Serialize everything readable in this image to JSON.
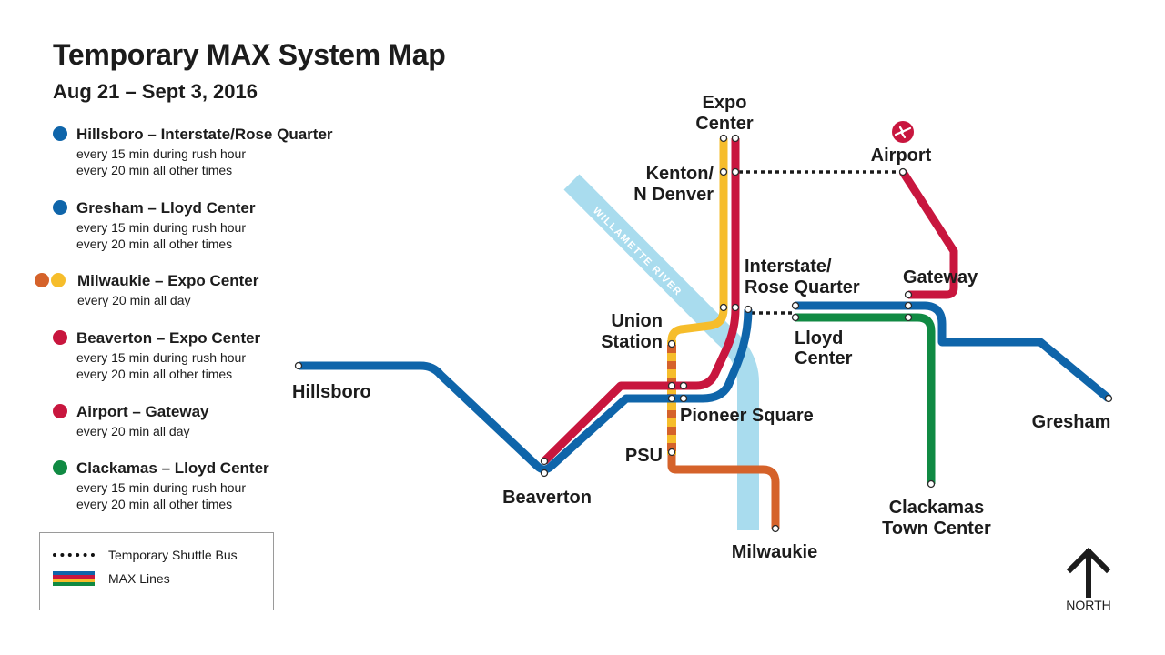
{
  "header": {
    "title": "Temporary MAX System Map",
    "subtitle": "Aug 21 – Sept 3, 2016"
  },
  "routes": [
    {
      "name": "Hillsboro – Interstate/Rose Quarter",
      "freq1": "every 15 min during rush hour",
      "freq2": "every 20 min all other times",
      "colors": [
        "#0f65aa"
      ]
    },
    {
      "name": "Gresham – Lloyd Center",
      "freq1": "every 15 min during rush hour",
      "freq2": "every 20 min all other times",
      "colors": [
        "#0f65aa"
      ]
    },
    {
      "name": "Milwaukie – Expo Center",
      "freq1": "every 20 min all day",
      "freq2": "",
      "colors": [
        "#d5622a",
        "#f6bd2b"
      ]
    },
    {
      "name": "Beaverton – Expo Center",
      "freq1": "every 15 min during rush hour",
      "freq2": "every 20 min all other times",
      "colors": [
        "#c8163e"
      ]
    },
    {
      "name": "Airport – Gateway",
      "freq1": "every 20 min all day",
      "freq2": "",
      "colors": [
        "#c8163e"
      ]
    },
    {
      "name": "Clackamas – Lloyd Center",
      "freq1": "every 15 min during rush hour",
      "freq2": "every 20 min all other times",
      "colors": [
        "#108a43"
      ]
    }
  ],
  "legend": {
    "shuttle_label": "Temporary Shuttle Bus",
    "max_label": "MAX Lines"
  },
  "stations": {
    "expo_center_1": "Expo",
    "expo_center_2": "Center",
    "kenton_1": "Kenton/",
    "kenton_2": "N Denver",
    "airport": "Airport",
    "interstate_1": "Interstate/",
    "interstate_2": "Rose Quarter",
    "gateway": "Gateway",
    "union_1": "Union",
    "union_2": "Station",
    "lloyd_1": "Lloyd",
    "lloyd_2": "Center",
    "hillsboro": "Hillsboro",
    "pioneer": "Pioneer Square",
    "gresham": "Gresham",
    "psu": "PSU",
    "beaverton": "Beaverton",
    "clackamas_1": "Clackamas",
    "clackamas_2": "Town Center",
    "milwaukie": "Milwaukie"
  },
  "river": {
    "label": "WILLAMETTE RIVER"
  },
  "compass": {
    "label": "NORTH"
  },
  "colors": {
    "blue": "#0f65aa",
    "red": "#c8163e",
    "yellow": "#f6bd2b",
    "orange": "#d5622a",
    "green": "#108a43",
    "river": "#a9dcee"
  }
}
